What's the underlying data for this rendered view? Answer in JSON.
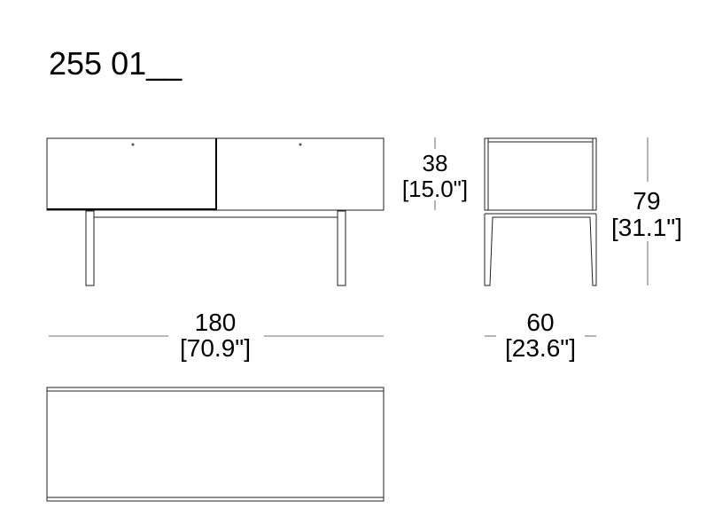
{
  "title": "255 01__",
  "dimensions": {
    "height_seat": {
      "cm": "38",
      "in": "[15.0\"]"
    },
    "height_total": {
      "cm": "79",
      "in": "[31.1\"]"
    },
    "width": {
      "cm": "180",
      "in": "[70.9\"]"
    },
    "depth": {
      "cm": "60",
      "in": "[23.6\"]"
    }
  }
}
